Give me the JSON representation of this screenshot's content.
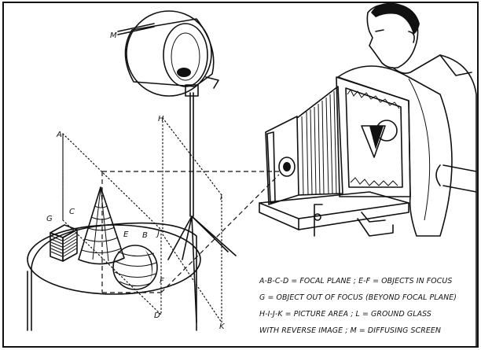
{
  "labels": {
    "A": "A",
    "B": "B",
    "C": "C",
    "D": "D",
    "E": "E",
    "F": "F",
    "G": "G",
    "H": "H",
    "I": "I",
    "J": "J",
    "K": "K",
    "M": "M"
  },
  "legend": [
    "A-B-C-D = FOCAL PLANE ; E-F = OBJECTS IN FOCUS",
    "G = OBJECT OUT OF FOCUS (BEYOND FOCAL PLANE)",
    "H-I-J-K = PICTURE AREA ; L = GROUND GLASS",
    "WITH REVERSE IMAGE ; M = DIFFUSING SCREEN"
  ]
}
